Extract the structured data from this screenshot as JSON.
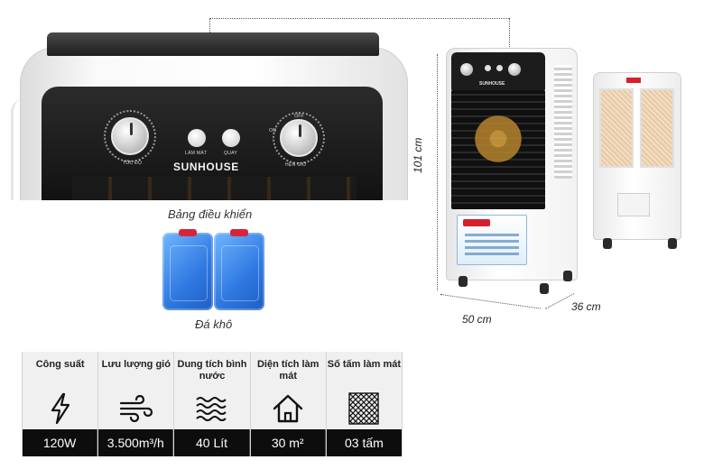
{
  "panel": {
    "brand": "SUNHOUSE",
    "knob_left_label": "TỐC ĐỘ",
    "button_left_label": "LÀM MÁT",
    "button_right_label": "QUAY",
    "knob_right_label": "HẸN GIỜ",
    "timer_off": "OFF",
    "timer_on": "ON",
    "caption": "Bảng điều khiển"
  },
  "accessory": {
    "caption": "Đá khô"
  },
  "product": {
    "front_brand": "SUNHOUSE",
    "height": "101 cm",
    "width": "50 cm",
    "depth": "36 cm"
  },
  "specs": [
    {
      "label": "Công suất",
      "icon": "lightning-icon",
      "value": "120W"
    },
    {
      "label": "Lưu lượng gió",
      "icon": "wind-icon",
      "value": "3.500m³/h"
    },
    {
      "label": "Dung tích bình nước",
      "icon": "water-waves-icon",
      "value": "40 Lít"
    },
    {
      "label": "Diện tích làm mát",
      "icon": "house-icon",
      "value": "30 m²"
    },
    {
      "label": "Số tấm làm mát",
      "icon": "cooling-pad-icon",
      "value": "03 tấm"
    }
  ],
  "colors": {
    "value_bar": "#0d0d0d",
    "header_bg": "#f0f0f0",
    "ice_pack": "#2f78e0",
    "ice_cap": "#d8243a"
  }
}
